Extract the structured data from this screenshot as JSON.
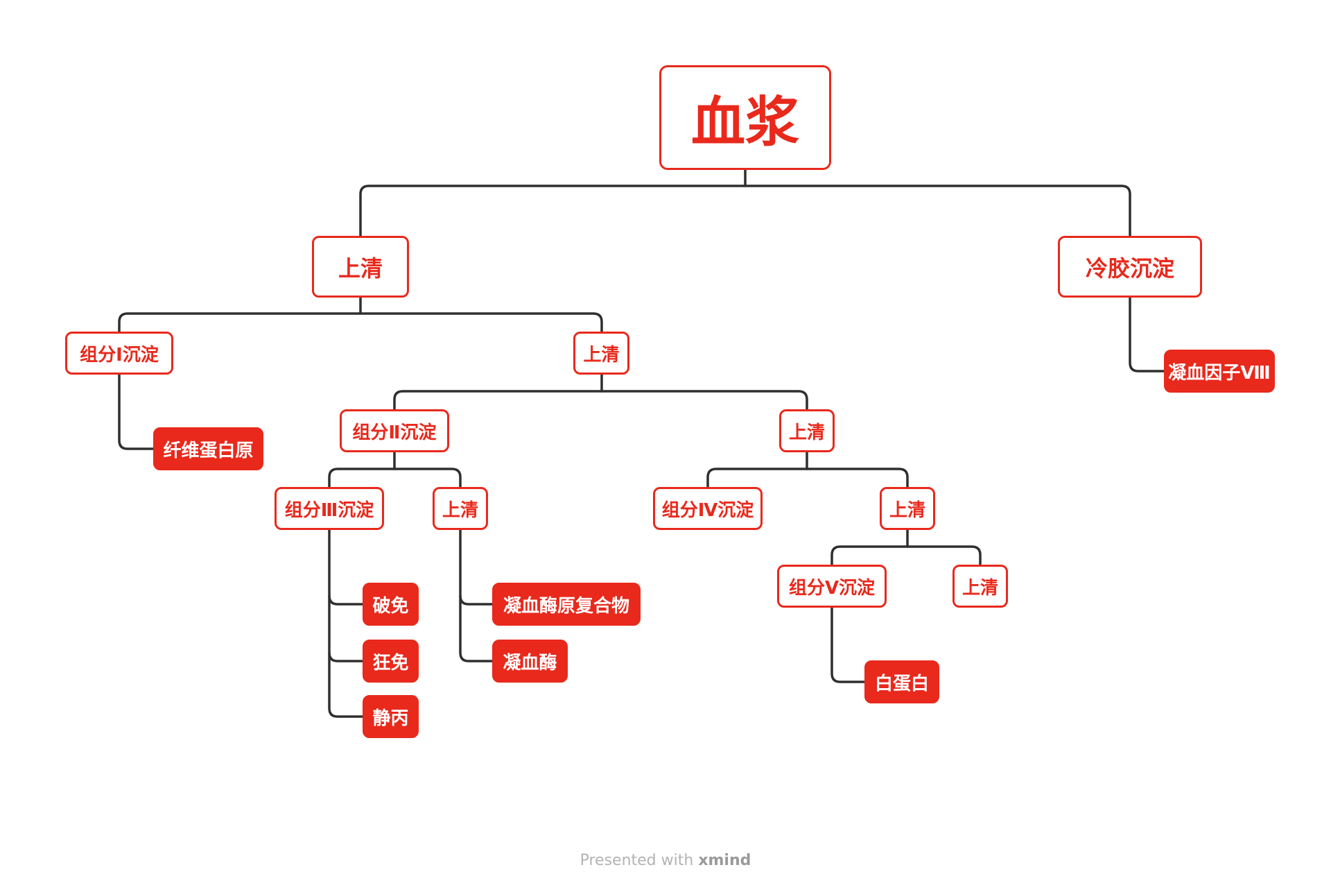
{
  "diagram": {
    "root": {
      "label": "血浆"
    },
    "branches": {
      "supernatant_1": {
        "label": "上清"
      },
      "cryo_precipitate": {
        "label": "冷胶沉淀"
      },
      "factor_viii": {
        "label": "凝血因子Ⅷ"
      },
      "fraction_i_precipitate": {
        "label": "组分Ⅰ沉淀"
      },
      "supernatant_2": {
        "label": "上清"
      },
      "fibrinogen": {
        "label": "纤维蛋白原"
      },
      "fraction_ii_precipitate": {
        "label": "组分Ⅱ沉淀"
      },
      "supernatant_3": {
        "label": "上清"
      },
      "fraction_iii_precipitate": {
        "label": "组分Ⅲ沉淀"
      },
      "supernatant_4": {
        "label": "上清"
      },
      "fraction_iv_precipitate": {
        "label": "组分Ⅳ沉淀"
      },
      "supernatant_5": {
        "label": "上清"
      },
      "po_mian": {
        "label": "破免"
      },
      "kuang_mian": {
        "label": "狂免"
      },
      "jing_bing": {
        "label": "静丙"
      },
      "prothrombin_complex": {
        "label": "凝血酶原复合物"
      },
      "thrombin": {
        "label": "凝血酶"
      },
      "fraction_v_precipitate": {
        "label": "组分Ⅴ沉淀"
      },
      "supernatant_6": {
        "label": "上清"
      },
      "albumin": {
        "label": "白蛋白"
      }
    }
  },
  "footer": {
    "prefix": "Presented with ",
    "brand": "xmind"
  },
  "colors": {
    "accent": "#e8291c",
    "line": "#2f2f2f"
  }
}
